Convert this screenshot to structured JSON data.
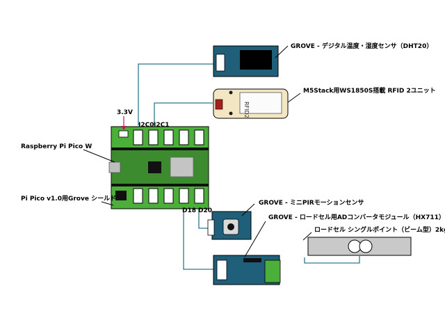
{
  "board": {
    "pico_label": "Raspberry Pi Pico W",
    "shield_label": "Pi Pico v1.0用Grove シールド",
    "power_label": "3.3V",
    "port_i2c0": "I2C0",
    "port_i2c1": "I2C1",
    "port_d18": "D18",
    "port_d20": "D20"
  },
  "modules": {
    "dht20": "GROVE - デジタル温度・湿度センサ（DHT20）",
    "rfid": "M5Stack用WS1850S搭載 RFID 2ユニット",
    "rfid_text": "RFID2",
    "pir": "GROVE - ミニPIRモーションセンサ",
    "hx711": "GROVE - ロードセル用ADコンバータモジュール（HX711）",
    "loadcell": "ロードセル シングルポイント（ビーム型）2kg"
  },
  "colors": {
    "board_green": "#3d8b2f",
    "connector_green": "#4caf3a",
    "grove_blue": "#1f5f7a",
    "wire": "#2b7a8c",
    "rfid_body": "#f3e6c2",
    "rfid_red": "#a52020",
    "loadcell_gray": "#c9c9c9",
    "power_marker": "#c2185b"
  }
}
